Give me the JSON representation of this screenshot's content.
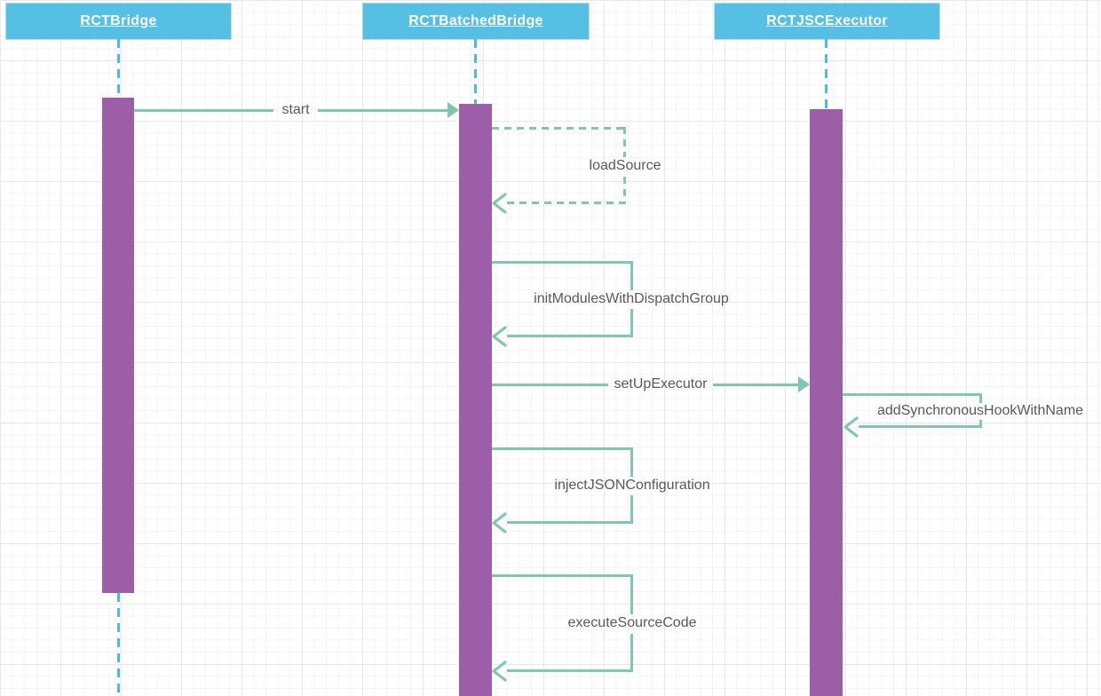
{
  "participants": [
    {
      "label": "RCTBridge"
    },
    {
      "label": "RCTBatchedBridge"
    },
    {
      "label": "RCTJSCExecutor"
    }
  ],
  "messages": [
    {
      "label": "start",
      "from": "RCTBridge",
      "to": "RCTBatchedBridge",
      "line": "solid",
      "arrow": "filled"
    },
    {
      "label": "loadSource",
      "from": "RCTBatchedBridge",
      "to": "RCTBatchedBridge",
      "line": "dashed",
      "arrow": "open"
    },
    {
      "label": "initModulesWithDispatchGroup",
      "from": "RCTBatchedBridge",
      "to": "RCTBatchedBridge",
      "line": "solid",
      "arrow": "open"
    },
    {
      "label": "setUpExecutor",
      "from": "RCTBatchedBridge",
      "to": "RCTJSCExecutor",
      "line": "solid",
      "arrow": "filled"
    },
    {
      "label": "addSynchronousHookWithName",
      "from": "RCTJSCExecutor",
      "to": "RCTJSCExecutor",
      "line": "solid",
      "arrow": "open"
    },
    {
      "label": "injectJSONConfiguration",
      "from": "RCTBatchedBridge",
      "to": "RCTBatchedBridge",
      "line": "solid",
      "arrow": "open"
    },
    {
      "label": "executeSourceCode",
      "from": "RCTBatchedBridge",
      "to": "RCTBatchedBridge",
      "line": "solid",
      "arrow": "open"
    }
  ],
  "colors": {
    "header_bg": "#55c0e4",
    "header_text": "#ffffff",
    "lifeline": "#4cb9e6",
    "activation": "#9c5fa7",
    "arrow": "#7fc7ae",
    "label_text": "#5a5a5a"
  }
}
